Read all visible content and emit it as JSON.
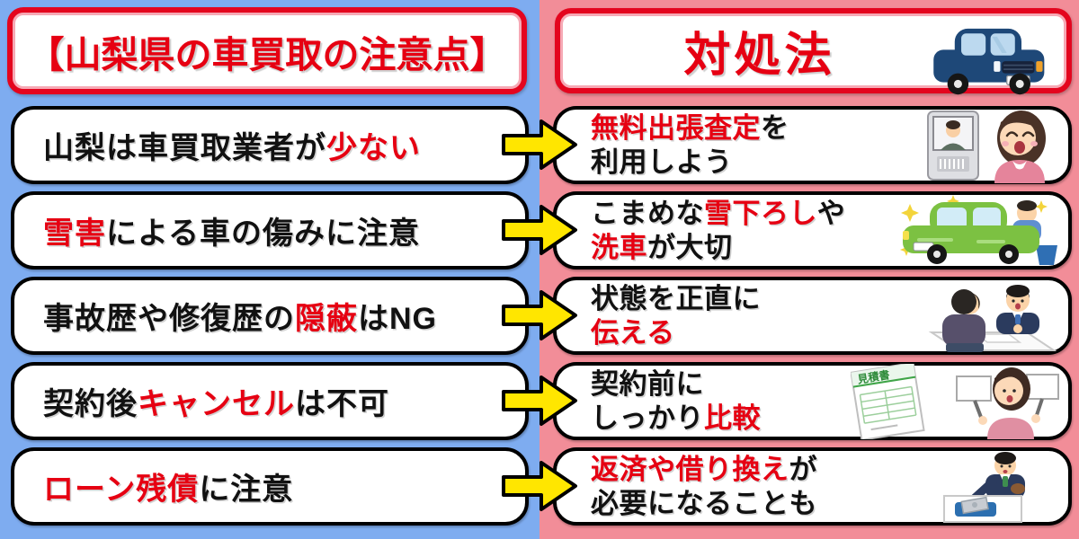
{
  "colors": {
    "bg_left_blue": "#7EACF0",
    "bg_right_pink": "#F28D98",
    "accent_red": "#E60012",
    "title_border_red": "#E4051E",
    "arrow_yellow": "#FFE600",
    "box_border_black": "#000000"
  },
  "header": {
    "left_title": "【山梨県の車買取の注意点】",
    "right_title": "対処法",
    "car_icon": "navy-car-illustration"
  },
  "rows": [
    {
      "problem": [
        {
          "t": "山梨は車買取業者が",
          "c": "k"
        },
        {
          "t": "少ない",
          "c": "r"
        }
      ],
      "solution_lines": [
        [
          {
            "t": "無料出張査定",
            "c": "r"
          },
          {
            "t": "を",
            "c": "k"
          }
        ],
        [
          {
            "t": "利用しよう",
            "c": "k"
          }
        ]
      ],
      "illustration": "visitor-intercom-woman"
    },
    {
      "problem": [
        {
          "t": "雪害",
          "c": "r"
        },
        {
          "t": "による車の傷みに注意",
          "c": "k"
        }
      ],
      "solution_lines": [
        [
          {
            "t": "こまめな",
            "c": "k"
          },
          {
            "t": "雪下ろし",
            "c": "r"
          },
          {
            "t": "や",
            "c": "k"
          }
        ],
        [
          {
            "t": "洗車",
            "c": "r"
          },
          {
            "t": "が大切",
            "c": "k"
          }
        ]
      ],
      "illustration": "man-washing-green-car"
    },
    {
      "problem": [
        {
          "t": "事故歴や修復歴の",
          "c": "k"
        },
        {
          "t": "隠蔽",
          "c": "r"
        },
        {
          "t": "はNG",
          "c": "k"
        }
      ],
      "solution_lines": [
        [
          {
            "t": "状態を正直に",
            "c": "k"
          }
        ],
        [
          {
            "t": "伝える",
            "c": "r"
          }
        ]
      ],
      "illustration": "consultation-at-desk"
    },
    {
      "problem": [
        {
          "t": "契約後",
          "c": "k"
        },
        {
          "t": "キャンセル",
          "c": "r"
        },
        {
          "t": "は不可",
          "c": "k"
        }
      ],
      "solution_lines": [
        [
          {
            "t": "契約前に",
            "c": "k"
          }
        ],
        [
          {
            "t": "しっかり",
            "c": "k"
          },
          {
            "t": "比較",
            "c": "r"
          }
        ]
      ],
      "illustration": "estimate-sheet-and-comparison-woman",
      "estimate_label": "見積書"
    },
    {
      "problem": [
        {
          "t": "ローン残債",
          "c": "r"
        },
        {
          "t": "に注意",
          "c": "k"
        }
      ],
      "solution_lines": [
        [
          {
            "t": "返済や借り換え",
            "c": "r"
          },
          {
            "t": "が",
            "c": "k"
          }
        ],
        [
          {
            "t": "必要になることも",
            "c": "k"
          }
        ]
      ],
      "illustration": "man-paying-at-counter"
    }
  ]
}
